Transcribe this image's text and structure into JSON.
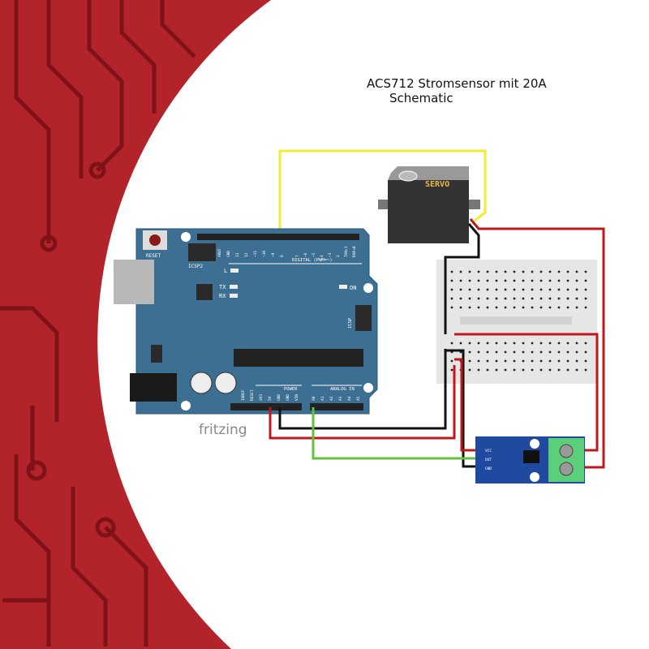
{
  "title": {
    "line1": "ACS712 Stromsensor mit 20A",
    "line2": "Schematic"
  },
  "colors": {
    "background_red": "#b3232a",
    "trace_red": "#7e1217",
    "board_blue": "#3c6f92",
    "module_blue": "#1f4aa0",
    "wire_red": "#c01818",
    "wire_black": "#111111",
    "wire_yellow": "#f0ee30",
    "wire_green": "#62c23a",
    "terminal_green": "#5ccf7a"
  },
  "arduino": {
    "reset_label": "RESET",
    "icsp2_label": "ICSP2",
    "icsp_label": "ICSP",
    "led_l": "L",
    "led_tx": "TX",
    "led_rx": "RX",
    "led_on": "ON",
    "digital_label": "DIGITAL (PWM=~)",
    "power_label": "POWER",
    "analog_label": "ANALOG IN",
    "digital_pins_left": [
      "AREF",
      "GND",
      "13",
      "12",
      "~11",
      "~10",
      "~9",
      "8"
    ],
    "digital_pins_right": [
      "7",
      "~6",
      "~5",
      "4",
      "~3",
      "2",
      "TX0▸1",
      "RX0◂0"
    ],
    "power_pins": [
      "IOREF",
      "RESET",
      "3V3",
      "5V",
      "GND",
      "GND",
      "VIN"
    ],
    "analog_pins": [
      "A0",
      "A1",
      "A2",
      "A3",
      "A4",
      "A5"
    ]
  },
  "fritzing_logo": "fritzing",
  "servo": {
    "label": "SERVO"
  },
  "sensor": {
    "pins": [
      "VCC",
      "OUT",
      "GND"
    ]
  }
}
